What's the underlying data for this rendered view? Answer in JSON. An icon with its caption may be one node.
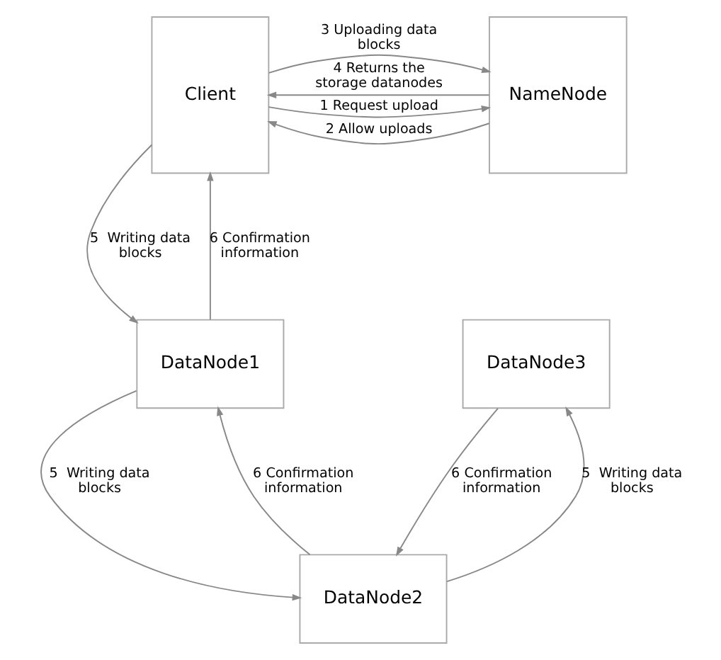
{
  "diagram": {
    "nodes": [
      {
        "text": [
          "Client"
        ]
      },
      {
        "text": [
          "NameNode"
        ]
      },
      {
        "text": [
          "DataNode1"
        ]
      },
      {
        "text": [
          "DataNode2"
        ]
      },
      {
        "text": [
          "DataNode3"
        ]
      }
    ],
    "edges": [
      {
        "from": 0,
        "to": 1,
        "arrow": "to",
        "label": "1 Request upload"
      },
      {
        "from": 1,
        "to": 0,
        "arrow": "to",
        "label": "2 Allow uploads"
      },
      {
        "from": 0,
        "to": 1,
        "arrow": "to",
        "label": "3 Uploading data blocks"
      },
      {
        "from": 1,
        "to": 0,
        "arrow": "to",
        "label": "4 Returns the storage datanodes"
      },
      {
        "from": 0,
        "to": 2,
        "arrow": "to",
        "label": "5  Writing data blocks"
      },
      {
        "from": 2,
        "to": 0,
        "arrow": "to",
        "label": "6 Confirmation information"
      },
      {
        "from": 2,
        "to": 3,
        "arrow": "to",
        "label": "5  Writing data blocks"
      },
      {
        "from": 3,
        "to": 2,
        "arrow": "to",
        "label": "6 Confirmation information"
      },
      {
        "from": 3,
        "to": 4,
        "arrow": "to",
        "label": "5  Writing data blocks"
      },
      {
        "from": 4,
        "to": 3,
        "arrow": "to",
        "label": "6 Confirmation information"
      }
    ]
  }
}
